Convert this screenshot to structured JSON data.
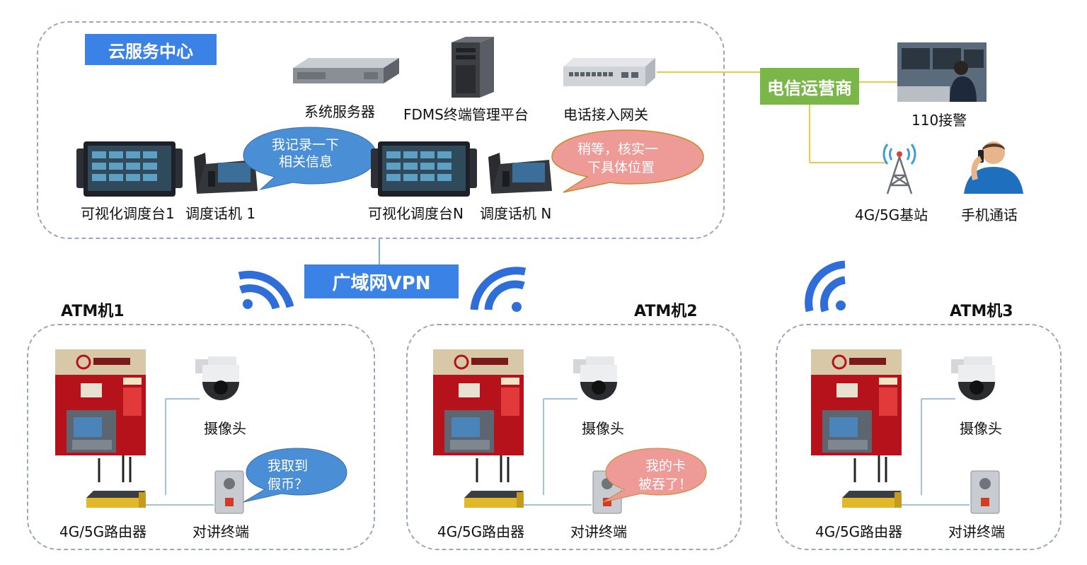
{
  "cloud": {
    "title": "云服务中心",
    "devices": {
      "system_server": "系统服务器",
      "fdms": "FDMS终端管理平台",
      "gateway": "电话接入网关",
      "console1": "可视化调度台1",
      "phone1": "调度话机 1",
      "consoleN": "可视化调度台N",
      "phoneN": "调度话机 N"
    },
    "bubbles": {
      "blue_line1": "我记录一下",
      "blue_line2": "相关信息",
      "pink_line1": "稍等，核实一",
      "pink_line2": "下具体位置"
    }
  },
  "telecom": {
    "operator": "电信运营商",
    "police": "110接警",
    "base_station": "4G/5G基站",
    "mobile_call": "手机通话"
  },
  "wan": "广域网VPN",
  "atms": [
    {
      "title": "ATM机1",
      "camera": "摄像头",
      "router": "4G/5G路由器",
      "intercom": "对讲终端",
      "bubble_line1": "我取到",
      "bubble_line2": "假币？"
    },
    {
      "title": "ATM机2",
      "camera": "摄像头",
      "router": "4G/5G路由器",
      "intercom": "对讲终端",
      "bubble_line1": "我的卡",
      "bubble_line2": "被吞了！"
    },
    {
      "title": "ATM机3",
      "camera": "摄像头",
      "router": "4G/5G路由器",
      "intercom": "对讲终端"
    }
  ],
  "colors": {
    "accent_blue": "#3b82e6",
    "operator_green": "#7ab648",
    "bubble_blue": "#4a8fd6",
    "bubble_pink": "#ee9a96",
    "line_yellow": "#f5c842",
    "dash_gray": "#9aa8bf",
    "atm_red": "#b5121b"
  }
}
